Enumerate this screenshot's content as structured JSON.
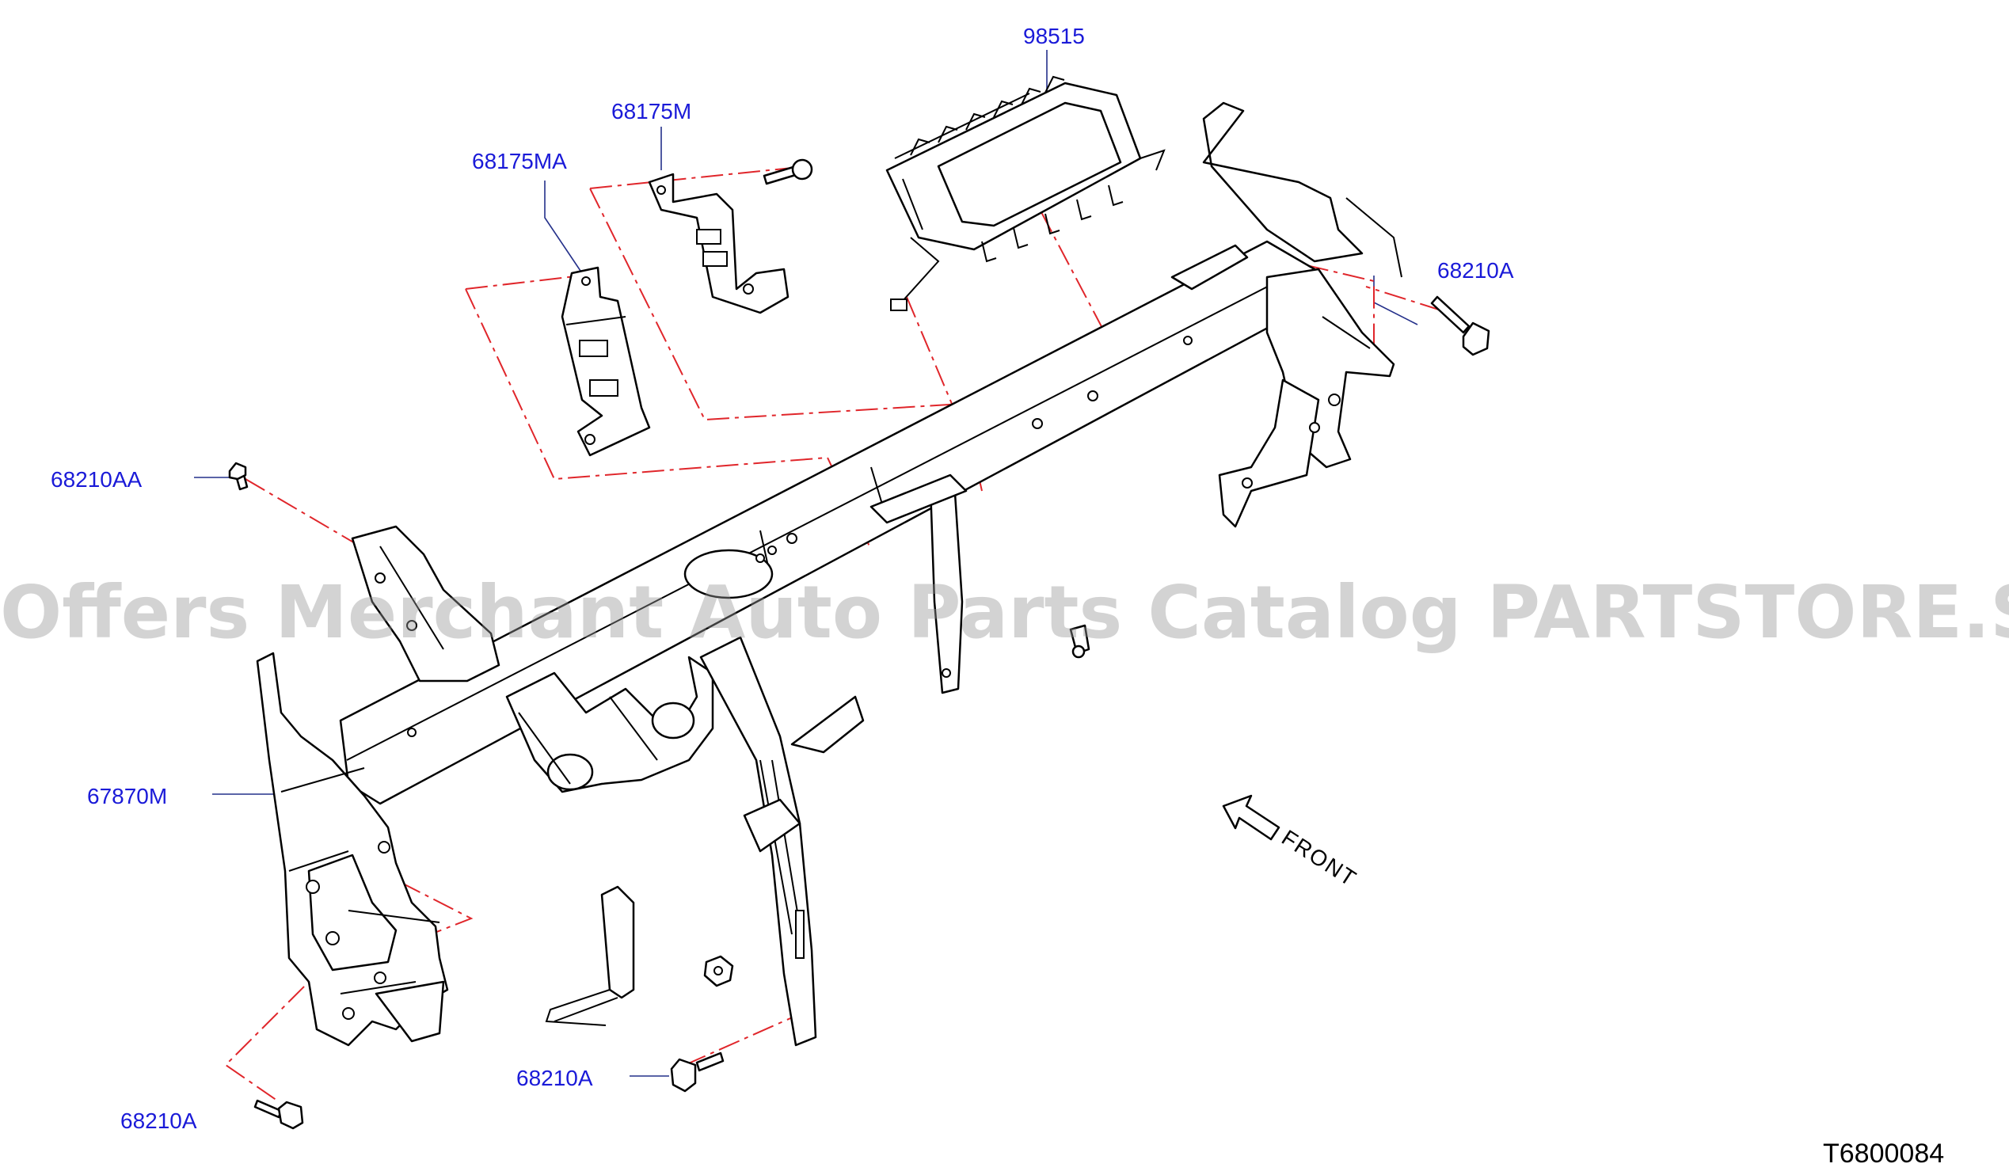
{
  "diagram": {
    "part_labels": {
      "p98515": "98515",
      "p68175M": "68175M",
      "p68175MA": "68175MA",
      "p68210A_right": "68210A",
      "p68210AA": "68210AA",
      "p67870M": "67870M",
      "p68210A_bottom": "68210A",
      "p68210A_left": "68210A"
    },
    "direction_label": "FRONT",
    "figure_id": "T6800084",
    "watermark": "Offers Merchant Auto Parts Catalog PARTSTORE.SA",
    "colors": {
      "callout": "#1a1ad8",
      "leader": "#24308a",
      "dashed_line": "#e0262b",
      "lineart": "#000000"
    }
  }
}
